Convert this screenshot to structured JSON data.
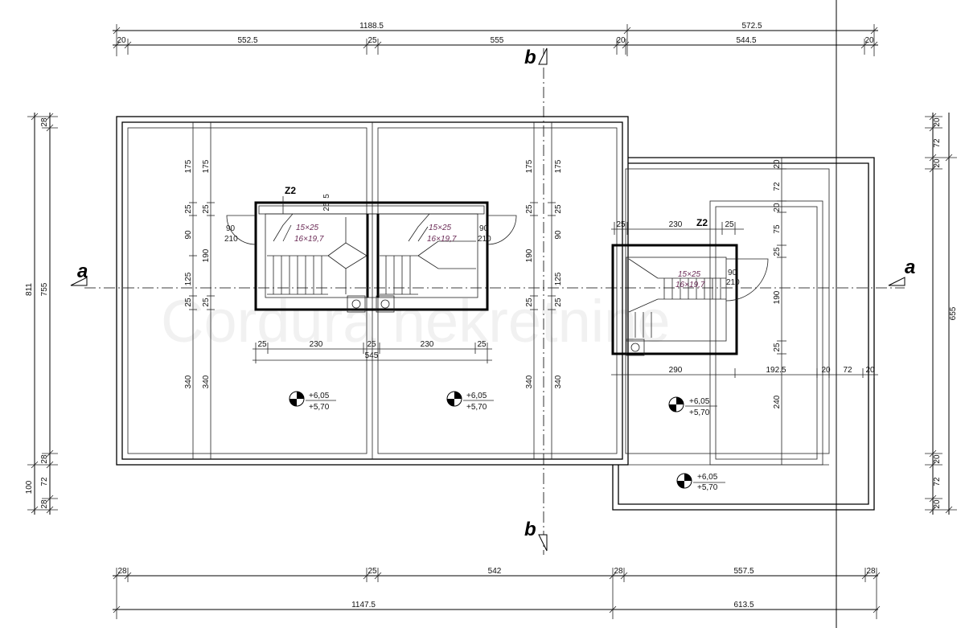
{
  "watermark": "Cordura nekretnine",
  "section_labels": {
    "a": "a",
    "b": "b"
  },
  "stair_labels": {
    "z2": "Z2",
    "tread": "15×25",
    "risers": "16×19,7"
  },
  "door_labels": {
    "width": "90",
    "height": "210"
  },
  "levels": {
    "top": "+6,05",
    "bottom": "+5,70"
  },
  "dims": {
    "top_total_left": "1188.5",
    "top_total_right": "572.5",
    "top_row": [
      "20",
      "552.5",
      "25",
      "555",
      "20",
      "544.5",
      "20"
    ],
    "bottom_row": [
      "28",
      "25",
      "542",
      "28",
      "557.5",
      "28"
    ],
    "bottom_total_left": "1147.5",
    "bottom_total_right": "613.5",
    "left_total": "811",
    "left_mid": "755",
    "left_bottom": "100",
    "left_chain": [
      "28",
      "28",
      "72",
      "28"
    ],
    "right_total": "655",
    "right_chain": [
      "20",
      "72",
      "20",
      "20",
      "72",
      "20"
    ],
    "inner_vertical": [
      "175",
      "25",
      "90",
      "125",
      "25",
      "340",
      "190"
    ],
    "inner_stair_width": [
      "25",
      "230",
      "25",
      "230",
      "25"
    ],
    "inner_stair_total": "545",
    "right_inner_vertical": [
      "20",
      "72",
      "20",
      "75",
      "25",
      "190",
      "25",
      "240"
    ],
    "right_stair_width": [
      "25",
      "230",
      "25"
    ],
    "right_bottom_row": [
      "290",
      "192.5",
      "20",
      "72",
      "20"
    ],
    "misc": [
      "5",
      "25"
    ]
  }
}
